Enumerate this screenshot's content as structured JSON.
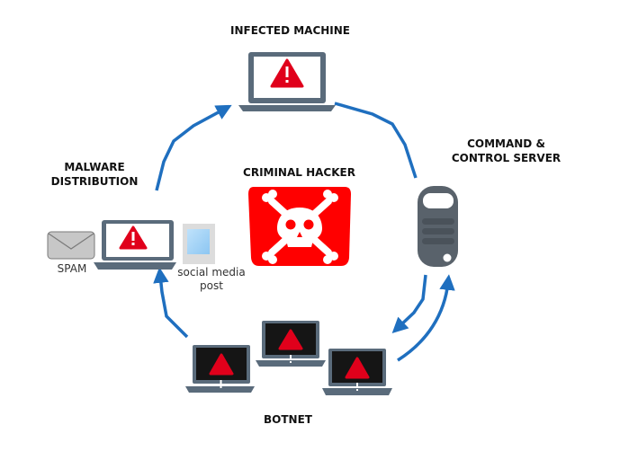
{
  "title": "Botnet infection cycle",
  "labels": {
    "infected_machine": "INFECTED MACHINE",
    "command_control_line1": "COMMAND &",
    "command_control_line2": "CONTROL SERVER",
    "malware_line1": "MALWARE",
    "malware_line2": "DISTRIBUTION",
    "criminal_hacker": "CRIMINAL HACKER",
    "botnet": "BOTNET",
    "spam": "SPAM",
    "social_line1": "social media",
    "social_line2": "post"
  },
  "colors": {
    "arrow": "#1f6fbf",
    "laptop": "#5a6b7b",
    "warning": "#e0001b",
    "hacker_bg": "#ff0000",
    "server": "#59626b",
    "bot_screen": "#151515"
  },
  "icons": [
    "laptop-warning-icon",
    "skull-crossbones-icon",
    "server-icon",
    "envelope-icon",
    "social-post-icon",
    "bot-laptop-icon"
  ]
}
